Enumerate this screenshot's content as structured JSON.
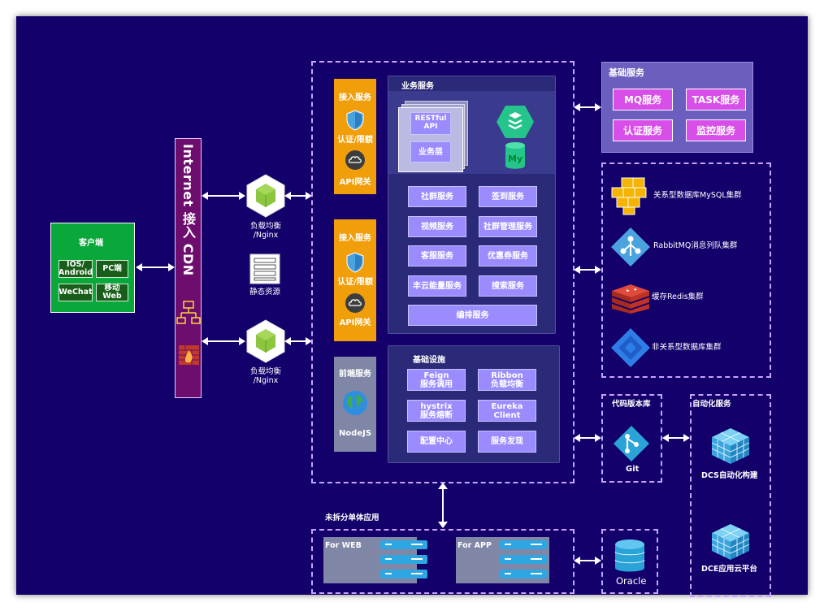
{
  "client": {
    "title": "客户端",
    "buttons": [
      "IOS/\nAndroid",
      "PC端",
      "WeChat",
      "移动\nWeb"
    ]
  },
  "cdn": {
    "label": "Internet 接入 CDN"
  },
  "lb": {
    "top": "负载均衡\n/Nginx",
    "bottom": "负载均衡\n/Nginx"
  },
  "static": {
    "label": "静态资源"
  },
  "gateway1": {
    "top": "接入服务",
    "mid": "认证/限额",
    "bot": "API网关"
  },
  "gateway2": {
    "top": "接入服务",
    "mid": "认证/限额",
    "bot": "API网关"
  },
  "frontend": {
    "title": "前端服务",
    "label": "NodeJS"
  },
  "biz": {
    "title": "业务服务",
    "restful": "RESTful\nAPI",
    "layer": "业务层",
    "services": [
      "社群服务",
      "签到服务",
      "视频服务",
      "社群管理服务",
      "客服服务",
      "优惠券服务",
      "丰云能量服务",
      "搜索服务",
      "编排服务"
    ]
  },
  "infra": {
    "title": "基础设施",
    "items": [
      "Feign\n服务调用",
      "Ribbon\n负载均衡",
      "hystrix\n服务熔断",
      "Eureka\nClient",
      "配置中心",
      "服务发现"
    ]
  },
  "basic": {
    "title": "基础服务",
    "items": [
      "MQ服务",
      "TASK服务",
      "认证服务",
      "监控服务"
    ]
  },
  "clusters": {
    "items": [
      "关系型数据库MySQL集群",
      "RabbitMQ消息列队集群",
      "缓存Redis集群",
      "非关系型数据库集群"
    ]
  },
  "repo": {
    "title": "代码版本库",
    "label": "Git"
  },
  "auto": {
    "title": "自动化服务",
    "items": [
      "DCS自动化构建",
      "DCE应用云平台"
    ]
  },
  "mono": {
    "title": "未拆分单体应用",
    "web": "For WEB",
    "app": "For APP"
  },
  "oracle": {
    "label": "Oracle"
  },
  "colors": {
    "background": "#13006b",
    "dashed": "#c9a4ff",
    "service": "#9a8cff",
    "gateway": "#f19e0b",
    "client": "#0aa83a",
    "cdn": "#6d0d6e",
    "basic_btn": "#d84ee8"
  }
}
